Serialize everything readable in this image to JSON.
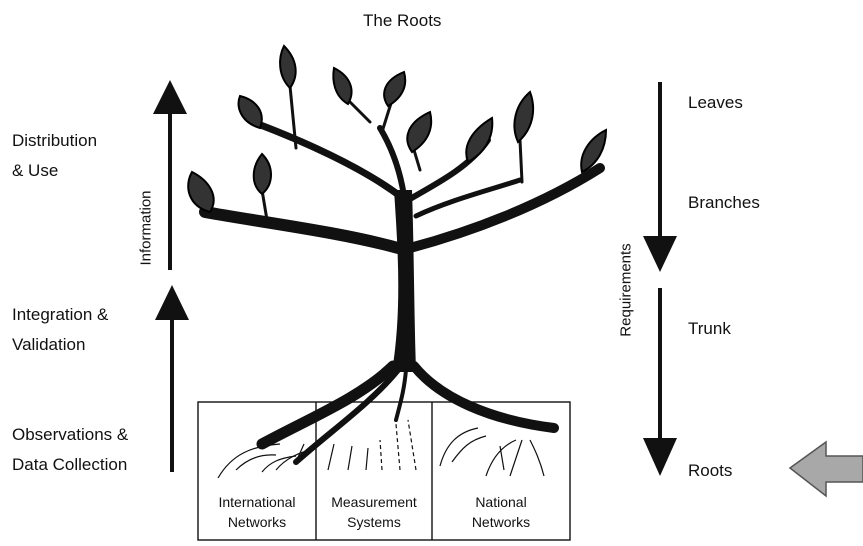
{
  "title": "The Roots",
  "left_labels": {
    "distribution": [
      "Distribution",
      "& Use"
    ],
    "integration": [
      "Integration &",
      "Validation"
    ],
    "observations": [
      "Observations &",
      "Data Collection"
    ]
  },
  "information_label": "Information",
  "requirements_label": "Requirements",
  "right_labels": {
    "leaves": "Leaves",
    "branches": "Branches",
    "trunk": "Trunk",
    "roots": "Roots"
  },
  "ground_boxes": [
    [
      "International",
      "Networks"
    ],
    [
      "Measurement",
      "Systems"
    ],
    [
      "National",
      "Networks"
    ]
  ],
  "colors": {
    "ink": "#111111",
    "callout_arrow": "#a8a8a8"
  }
}
